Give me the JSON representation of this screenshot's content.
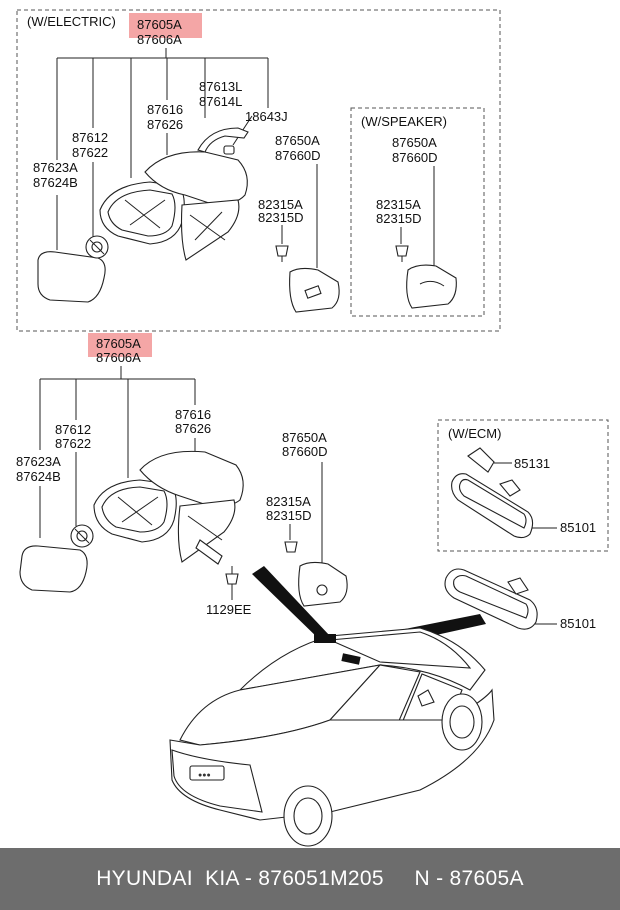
{
  "boxes": {
    "electric": "(W/ELECTRIC)",
    "speaker": "(W/SPEAKER)",
    "ecm": "(W/ECM)"
  },
  "electric": {
    "assy_a": "87605A",
    "assy_b": "87606A",
    "glass_a": "87623A",
    "glass_b": "87624B",
    "holder_a": "87612",
    "holder_b": "87622",
    "housing_a": "87616",
    "housing_b": "87626",
    "lamp_a": "87613L",
    "lamp_b": "87614L",
    "bulb": "18643J",
    "cover_a": "87650A",
    "cover_b": "87660D",
    "screw_a": "82315A",
    "screw_b": "82315D"
  },
  "speaker": {
    "cover_a": "87650A",
    "cover_b": "87660D",
    "screw_a": "82315A",
    "screw_b": "82315D"
  },
  "manual": {
    "assy_a": "87605A",
    "assy_b": "87606A",
    "glass_a": "87623A",
    "glass_b": "87624B",
    "holder_a": "87612",
    "holder_b": "87622",
    "housing_a": "87616",
    "housing_b": "87626",
    "cover_a": "87650A",
    "cover_b": "87660D",
    "screw_a": "82315A",
    "screw_b": "82315D",
    "bolt": "1129EE"
  },
  "ecm": {
    "bracket": "85131",
    "mirror": "85101"
  },
  "inside_mirror": "85101",
  "footer": "HYUNDAI  KIA - 876051M205     N - 87605A",
  "colors": {
    "highlight": "#f4a6a6",
    "footer_bg": "#6d6d6d"
  }
}
